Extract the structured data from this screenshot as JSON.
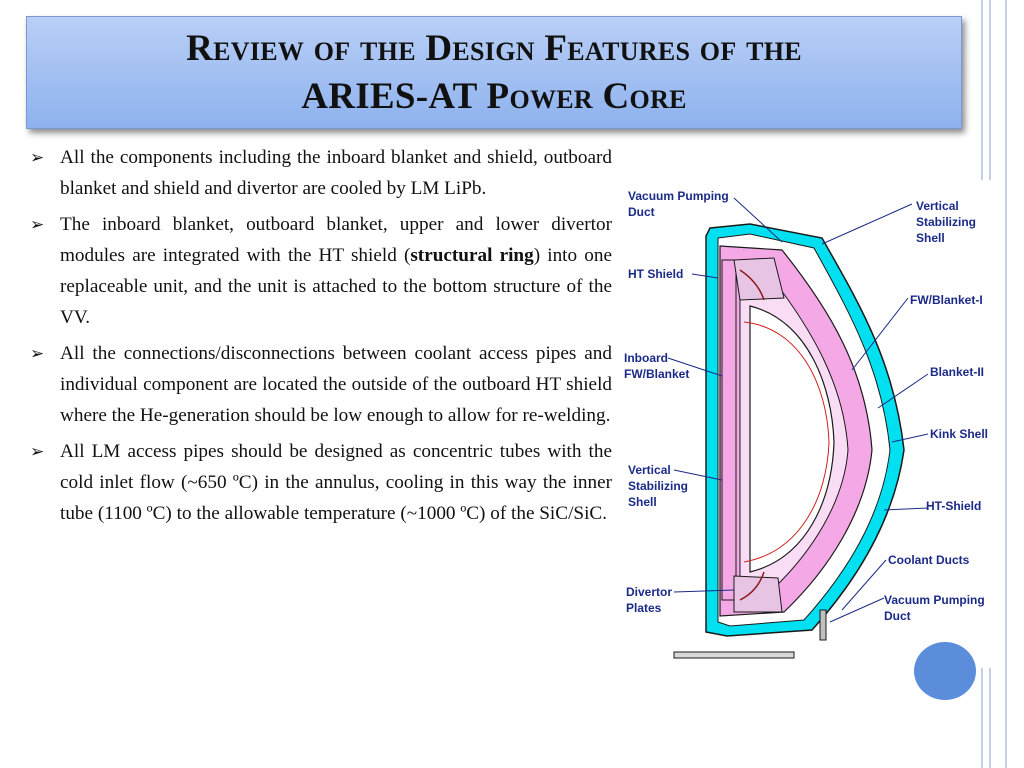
{
  "title": {
    "line1": "Review of the Design Features of the",
    "line2": "ARIES-AT Power Core"
  },
  "bullets": [
    {
      "marker": "➢",
      "parts": [
        "All the components including the inboard blanket and shield, outboard blanket and shield and divertor are cooled by LM LiPb."
      ]
    },
    {
      "marker": "➢",
      "parts": [
        "The inboard blanket, outboard blanket, upper and lower divertor modules are integrated with the HT shield (",
        "structural ring",
        ") into one replaceable unit, and the unit is attached to the bottom structure of the VV."
      ]
    },
    {
      "marker": "➢",
      "parts": [
        "All the connections/disconnections between coolant access pipes and individual component are located the outside of the outboard HT shield where the He-generation should be low enough to allow for re-welding."
      ]
    },
    {
      "marker": "➢",
      "parts": [
        "All LM access pipes should be designed as concentric tubes with the cold inlet flow (~650 ºC) in the annulus, cooling in this way the inner tube (1100 ºC) to the  allowable temperature (~1000 ºC) of the SiC/SiC."
      ]
    }
  ],
  "figure": {
    "labels": {
      "vacuum_pumping_duct_top_1": "Vacuum  Pumping",
      "vacuum_pumping_duct_top_2": "Duct",
      "ht_shield": "HT  Shield",
      "inboard_1": "Inboard",
      "inboard_2": "FW/Blanket",
      "vertical_left_1": "Vertical",
      "vertical_left_2": "Stabilizing",
      "vertical_left_3": "Shell",
      "divertor_1": "Divertor",
      "divertor_2": "Plates",
      "vertical_right_1": "Vertical",
      "vertical_right_2": "Stabilizing",
      "vertical_right_3": "Shell",
      "fw_blanket_1": "FW/Blanket-I",
      "blanket_2": "Blanket-II",
      "kink_shell": "Kink  Shell",
      "ht_shield_right": "HT-Shield",
      "coolant_ducts": "Coolant  Ducts",
      "vacuum_pumping_duct_bottom_1": "Vacuum  Pumping",
      "vacuum_pumping_duct_bottom_2": "Duct"
    },
    "colors": {
      "vessel": "#00e0f0",
      "blanket": "#f4a9e6",
      "plasma_region": "#f9ddf4",
      "label": "#1b2a87",
      "outline": "#1a1a1a"
    }
  },
  "theme": {
    "title_gradient_top": "#b9cff6",
    "title_gradient_bottom": "#8eb2ee",
    "accent_circle": "#5b8ddb",
    "border_lines": "#c3cfe2"
  }
}
